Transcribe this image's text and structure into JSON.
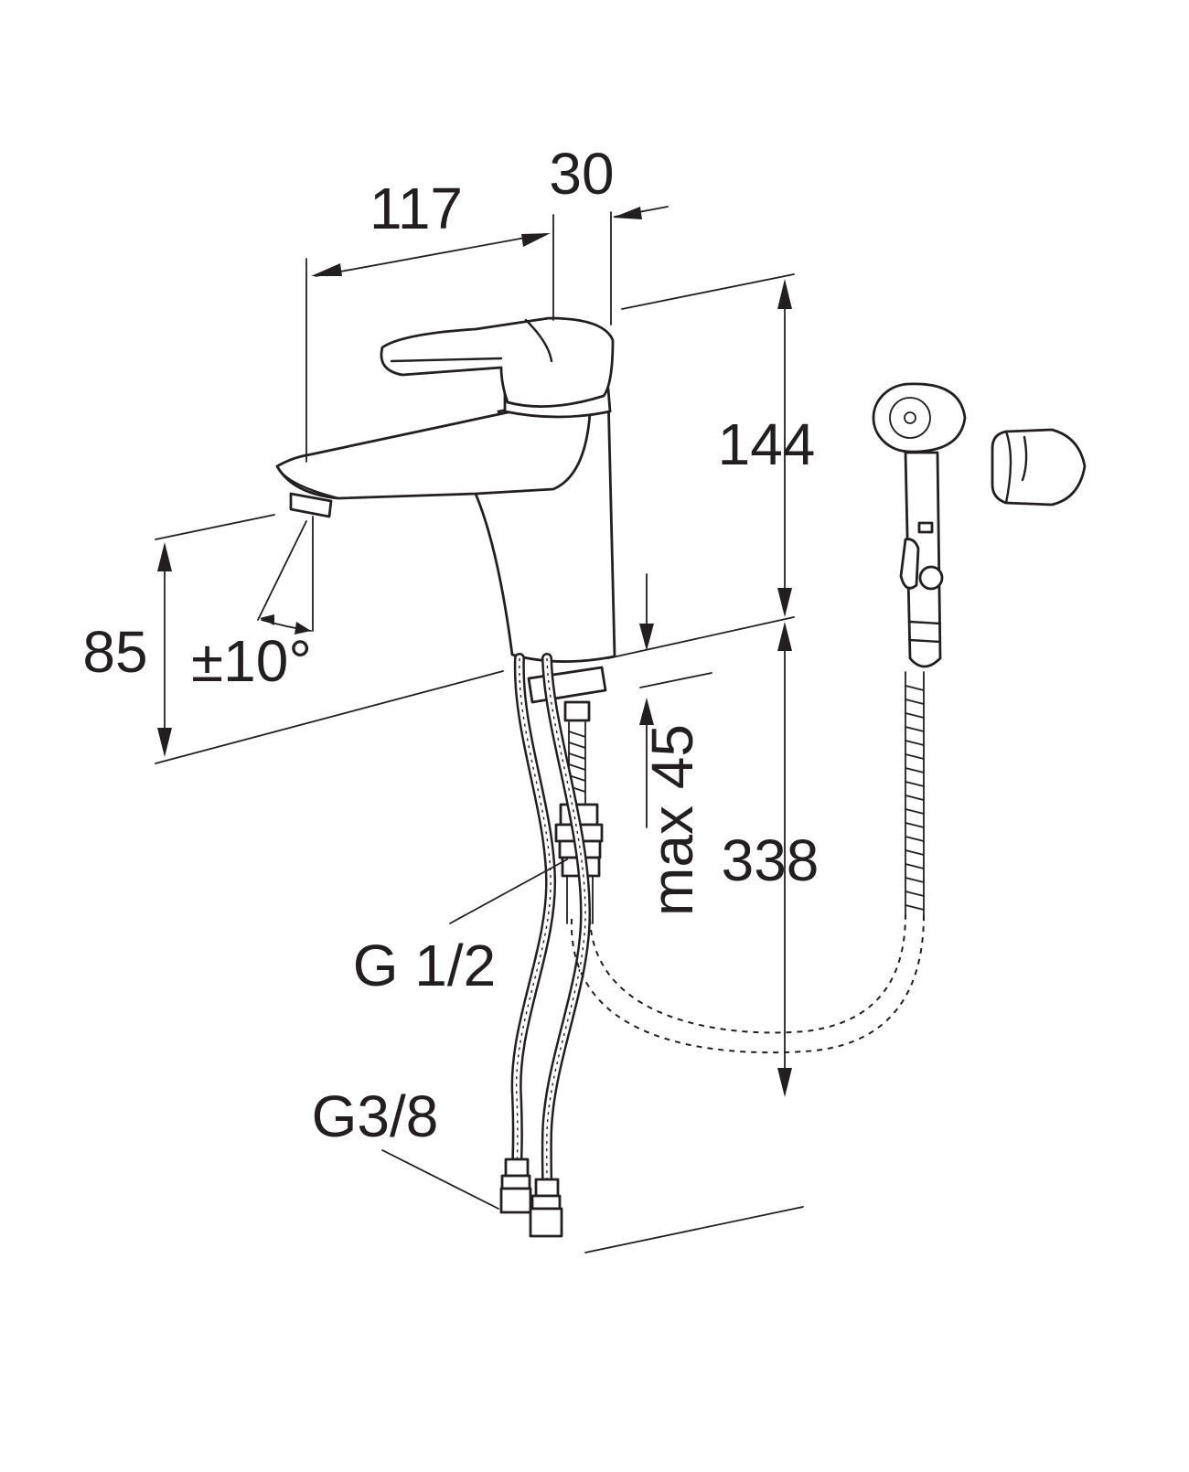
{
  "drawing": {
    "dimensions": {
      "spout_reach": "117",
      "lever_width": "30",
      "height_above_spout": "144",
      "spout_height": "85",
      "swivel_angle": "±10°",
      "max_deck_thickness": "max 45",
      "hose_length": "338"
    },
    "threads": {
      "connection": "G 1/2",
      "hose_end": "G3/8"
    }
  }
}
